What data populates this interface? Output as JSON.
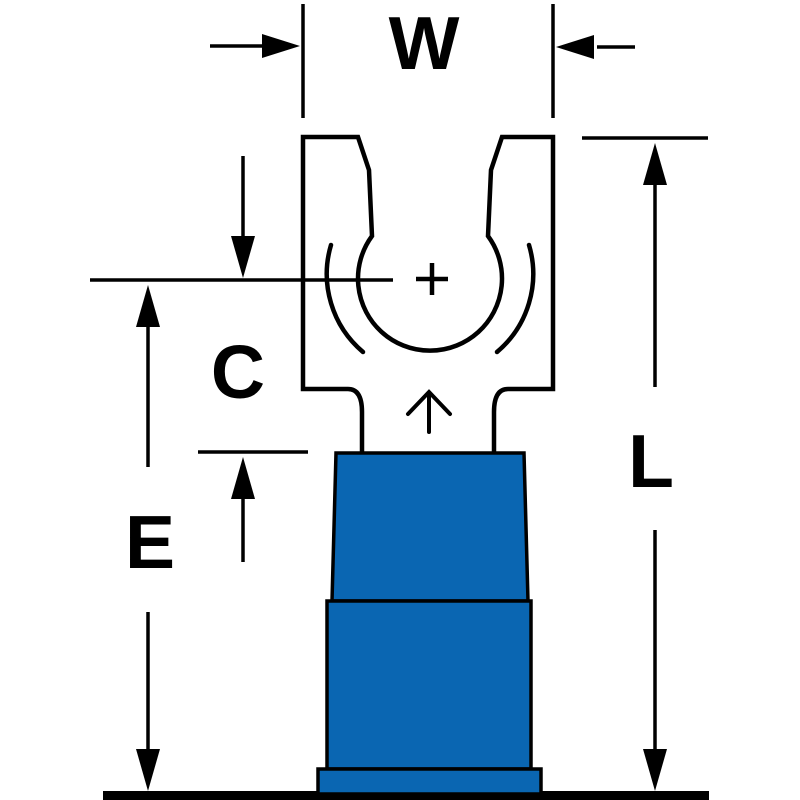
{
  "diagram": {
    "name": "Locking fork terminal dimension drawing",
    "part": "locking-fork-terminal",
    "dimension_labels": {
      "w": "W",
      "c": "C",
      "e": "E",
      "l": "L"
    },
    "symbols": {
      "hole_center_mark": "+",
      "wire_insertion_arrow": "up-arrow"
    },
    "colors": {
      "insulation_blue": "#0a66b2",
      "line_black": "#000000",
      "background_white": "#ffffff"
    }
  }
}
